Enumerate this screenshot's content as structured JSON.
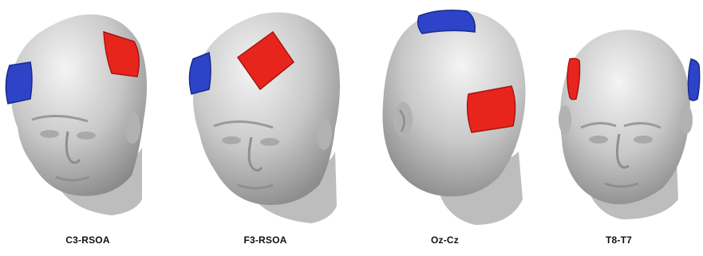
{
  "figure": {
    "panels": [
      {
        "label": "C3-RSOA"
      },
      {
        "label": "F3-RSOA"
      },
      {
        "label": "Oz-Cz"
      },
      {
        "label": "T8-T7"
      }
    ]
  },
  "colors": {
    "head_light": "#f1f1f1",
    "head_mid": "#c4c4c4",
    "head_dark": "#8e8e8e",
    "anode_red": "#e8251c",
    "anode_red_dark": "#a8140e",
    "cathode_blue": "#2d44c8",
    "cathode_blue_dark": "#1a2a8a"
  },
  "icons": {
    "head_model": "head-model-icon",
    "electrode": "electrode-pad-icon"
  }
}
